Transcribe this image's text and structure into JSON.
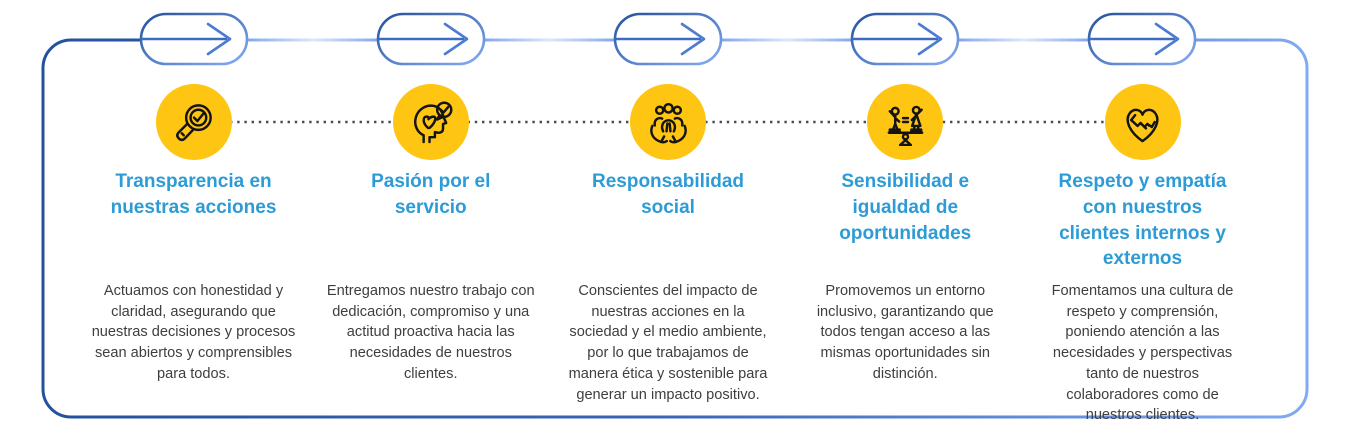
{
  "colors": {
    "bg": "#ffffff",
    "accent": "#2D9BD5",
    "text": "#3E3E3E",
    "badge": "#FFC513",
    "frame-dark": "#24519E",
    "frame-light": "#82A9F3",
    "arrow-line": "#3F6CBF",
    "dotted-connector": "#4C4C4C"
  },
  "steps": [
    {
      "icon": "magnifier-check-icon",
      "title": "Transparencia en nuestras acciones",
      "description": "Actuamos con honestidad y claridad, asegurando que nuestras decisiones y procesos sean abiertos y comprensibles para todos."
    },
    {
      "icon": "head-heart-icon",
      "title": "Pasión por el servicio",
      "description": "Entregamos nuestro trabajo con dedicación, compromiso y una actitud proactiva hacia las necesidades de nuestros clientes."
    },
    {
      "icon": "people-in-hands-icon",
      "title": "Responsabilidad social",
      "description": "Conscientes del impacto de nuestras acciones en la sociedad y el medio ambiente, por lo que trabajamos de manera ética y sostenible para generar un impacto positivo."
    },
    {
      "icon": "balance-equality-icon",
      "title": "Sensibilidad e igualdad de oportunidades",
      "description": "Promovemos un entorno inclusivo, garantizando que todos tengan acceso a las mismas oportunidades sin distinción."
    },
    {
      "icon": "handshake-heart-icon",
      "title": "Respeto y empatía con nuestros clientes internos y externos",
      "description": "Fomentamos una cultura de respeto y comprensión, poniendo atención a las necesidades y perspectivas tanto de nuestros colaboradores como de nuestros clientes."
    }
  ]
}
